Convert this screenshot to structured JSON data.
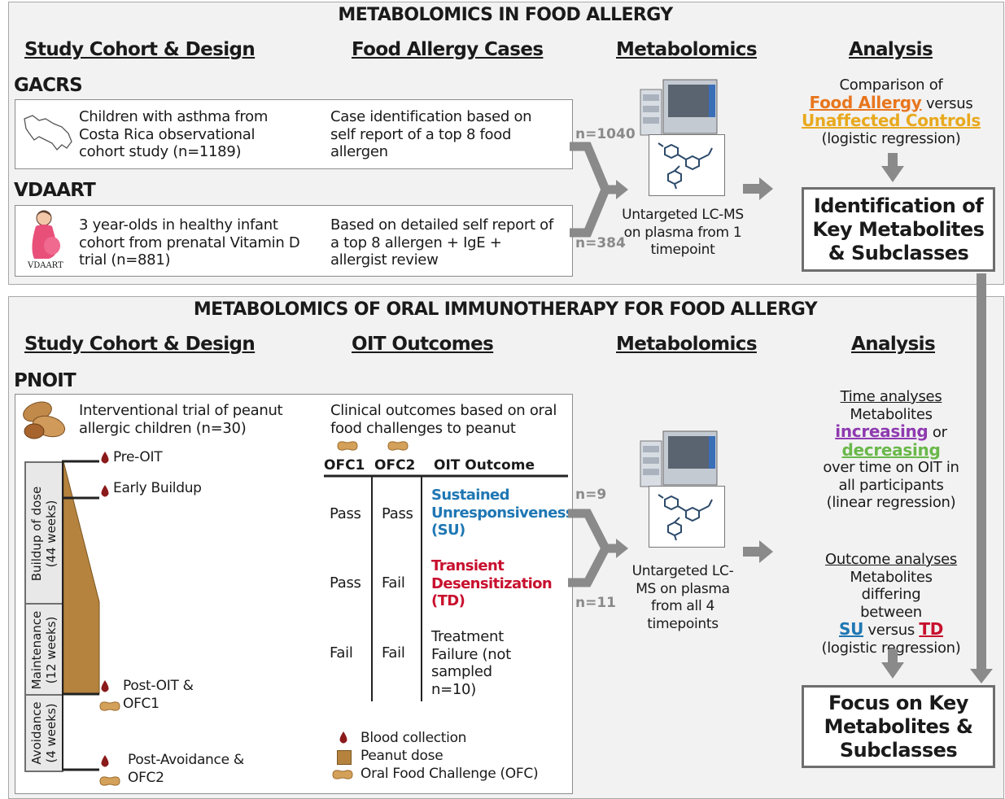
{
  "top": {
    "title": "METABOLOMICS IN FOOD ALLERGY",
    "headers": {
      "cohort": "Study Cohort & Design",
      "cases": "Food Allergy Cases",
      "metabolomics": "Metabolomics",
      "analysis": "Analysis"
    },
    "gacrs": {
      "name": "GACRS",
      "design": "Children with asthma from Costa Rica observational cohort study (n=1189)",
      "cases": "Case identification based on self report of a top 8 food allergen",
      "n": "n=1040"
    },
    "vdaart": {
      "name": "VDAART",
      "logo_text": "VDAART",
      "design": "3 year-olds in healthy infant cohort from prenatal Vitamin D trial (n=881)",
      "cases": "Based on detailed self report of a top 8 allergen + IgE + allergist review",
      "n": "n=384"
    },
    "metabolomics_text": "Untargeted LC-MS on plasma from 1 timepoint",
    "analysis": {
      "line1": "Comparison of",
      "food_allergy": "Food Allergy",
      "versus": " versus",
      "controls": "Unaffected Controls",
      "method": "(logistic regression)"
    },
    "result_box": "Identification of Key Metabolites & Subclasses"
  },
  "bottom": {
    "title": "METABOLOMICS OF ORAL IMMUNOTHERAPY FOR FOOD ALLERGY",
    "headers": {
      "cohort": "Study Cohort & Design",
      "outcomes": "OIT Outcomes",
      "metabolomics": "Metabolomics",
      "analysis": "Analysis"
    },
    "pnoit": {
      "name": "PNOIT",
      "design": "Interventional trial of peanut allergic children (n=30)"
    },
    "phases": [
      {
        "label": "Buildup of dose (44 weeks)"
      },
      {
        "label": "Maintenance (12 weeks)"
      },
      {
        "label": "Avoidance (4 weeks)"
      }
    ],
    "timepoints": [
      {
        "label": "Pre-OIT"
      },
      {
        "label": "Early Buildup"
      },
      {
        "label": "Post-OIT & OFC1"
      },
      {
        "label": "Post-Avoidance & OFC2"
      }
    ],
    "outcomes_intro": "Clinical outcomes based on oral food challenges to peanut",
    "table": {
      "headers": [
        "OFC1",
        "OFC2",
        "OIT Outcome"
      ],
      "rows": [
        {
          "ofc1": "Pass",
          "ofc2": "Pass",
          "outcome": "Sustained Unresponsiveness (SU)",
          "color": "#1f77b4"
        },
        {
          "ofc1": "Pass",
          "ofc2": "Fail",
          "outcome": "Transient Desensitization (TD)",
          "color": "#c8102e"
        },
        {
          "ofc1": "Fail",
          "ofc2": "Fail",
          "outcome": "Treatment Failure (not sampled n=10)",
          "color": "#1a1a1a"
        }
      ]
    },
    "n_su": "n=9",
    "n_td": "n=11",
    "legend": [
      {
        "icon": "blood-drop-icon",
        "label": "Blood collection"
      },
      {
        "icon": "peanut-dose-icon",
        "label": "Peanut dose"
      },
      {
        "icon": "peanut-icon",
        "label": "Oral Food Challenge (OFC)"
      }
    ],
    "metabolomics_text": "Untargeted LC-MS on plasma from all 4 timepoints",
    "time_analysis": {
      "title": "Time analyses",
      "line1": "Metabolites",
      "increasing": "increasing",
      "or": " or",
      "decreasing": "decreasing",
      "rest": "over time on OIT in all participants",
      "method": "(linear regression)"
    },
    "outcome_analysis": {
      "title": "Outcome analyses",
      "line1": "Metabolites differing between",
      "su": "SU",
      "versus": " versus ",
      "td": "TD",
      "method": "(logistic regression)"
    },
    "result_box": "Focus on Key Metabolites & Subclasses"
  },
  "colors": {
    "food_allergy": "#e8761e",
    "controls": "#e8a91e",
    "increasing": "#8e3ab0",
    "decreasing": "#6ab84a",
    "su": "#1f77b4",
    "td": "#c8102e",
    "blood": "#8b1a1a",
    "peanut": "#b5833e",
    "arrow": "#8a8a8a"
  }
}
